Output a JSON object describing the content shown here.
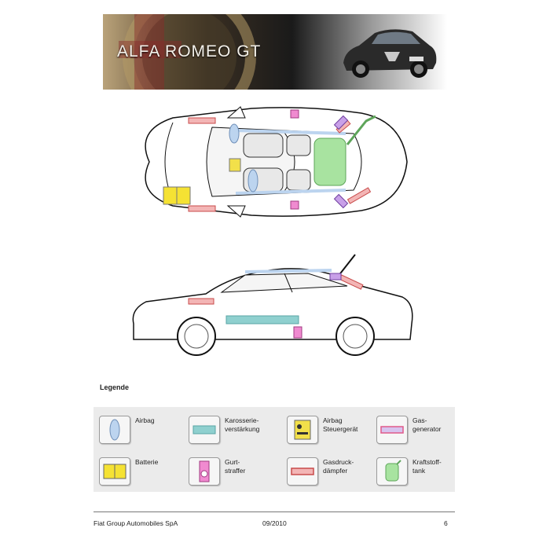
{
  "header": {
    "title": "ALFA ROMEO GT"
  },
  "legend": {
    "title": "Legende",
    "items": [
      {
        "label": "Airbag",
        "icon": "airbag-icon"
      },
      {
        "label": "Karosserie-\nverstärkung",
        "icon": "body-reinforcement-icon"
      },
      {
        "label": "Airbag\nSteuergerät",
        "icon": "airbag-control-unit-icon"
      },
      {
        "label": "Gas-\ngenerator",
        "icon": "gas-generator-icon"
      },
      {
        "label": "Batterie",
        "icon": "battery-icon"
      },
      {
        "label": "Gurt-\nstraffer",
        "icon": "belt-tensioner-icon"
      },
      {
        "label": "Gasdruck-\ndämpfer",
        "icon": "gas-damper-icon"
      },
      {
        "label": "Kraftstoff-\ntank",
        "icon": "fuel-tank-icon"
      }
    ]
  },
  "footer": {
    "company": "Fiat Group Automobiles SpA",
    "date": "09/2010",
    "page": "6"
  },
  "colors": {
    "airbag": "#bcd4ef",
    "reinforcement": "#8fd0cf",
    "control_unit": "#f2e04a",
    "gas_generator": "#e05a8a",
    "battery": "#f5e233",
    "belt_tensioner": "#f08ad0",
    "gas_damper": "#e98585",
    "fuel_tank": "#a8e3a0"
  }
}
